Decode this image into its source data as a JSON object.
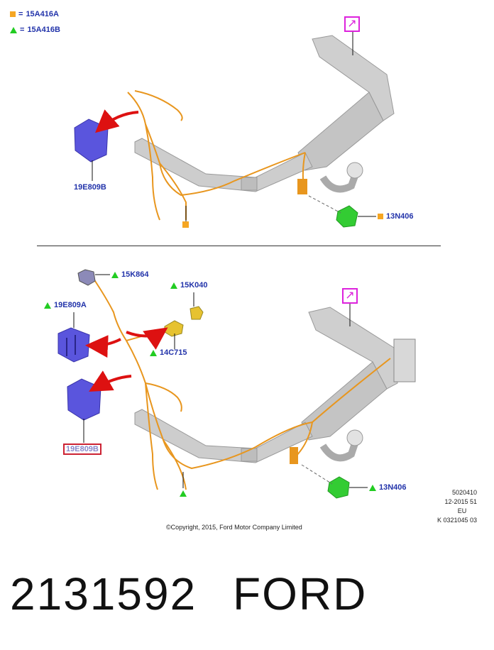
{
  "legend": {
    "square_code": "15A416A",
    "triangle_code": "15A416B",
    "equals": "="
  },
  "top": {
    "module_label": "19E809B",
    "connector_label": "13N406"
  },
  "bottom": {
    "sensor_label": "15K864",
    "bracket_label": "15K040",
    "module_a_label": "19E809A",
    "plug_label": "14C715",
    "module_b_label": "19E809B",
    "connector_label": "13N406"
  },
  "meta": {
    "line1": "5020410",
    "line2": "12-2015 51",
    "line3": "EU",
    "line4": "K 0321045 03"
  },
  "copyright": "©Copyright, 2015, Ford Motor Company Limited",
  "part_number": "2131592",
  "brand": "FORD",
  "colors": {
    "module_blue": "#5a55dd",
    "harness_orange": "#e8961e",
    "connector_green": "#33cc33",
    "arrow_red": "#dd1111",
    "callout_magenta": "#dd22dd",
    "frame_gray": "#c8c8c8"
  },
  "icons": {
    "square": "orange-square-icon",
    "triangle": "green-triangle-icon",
    "external_view": "arrow-up-right-icon"
  }
}
